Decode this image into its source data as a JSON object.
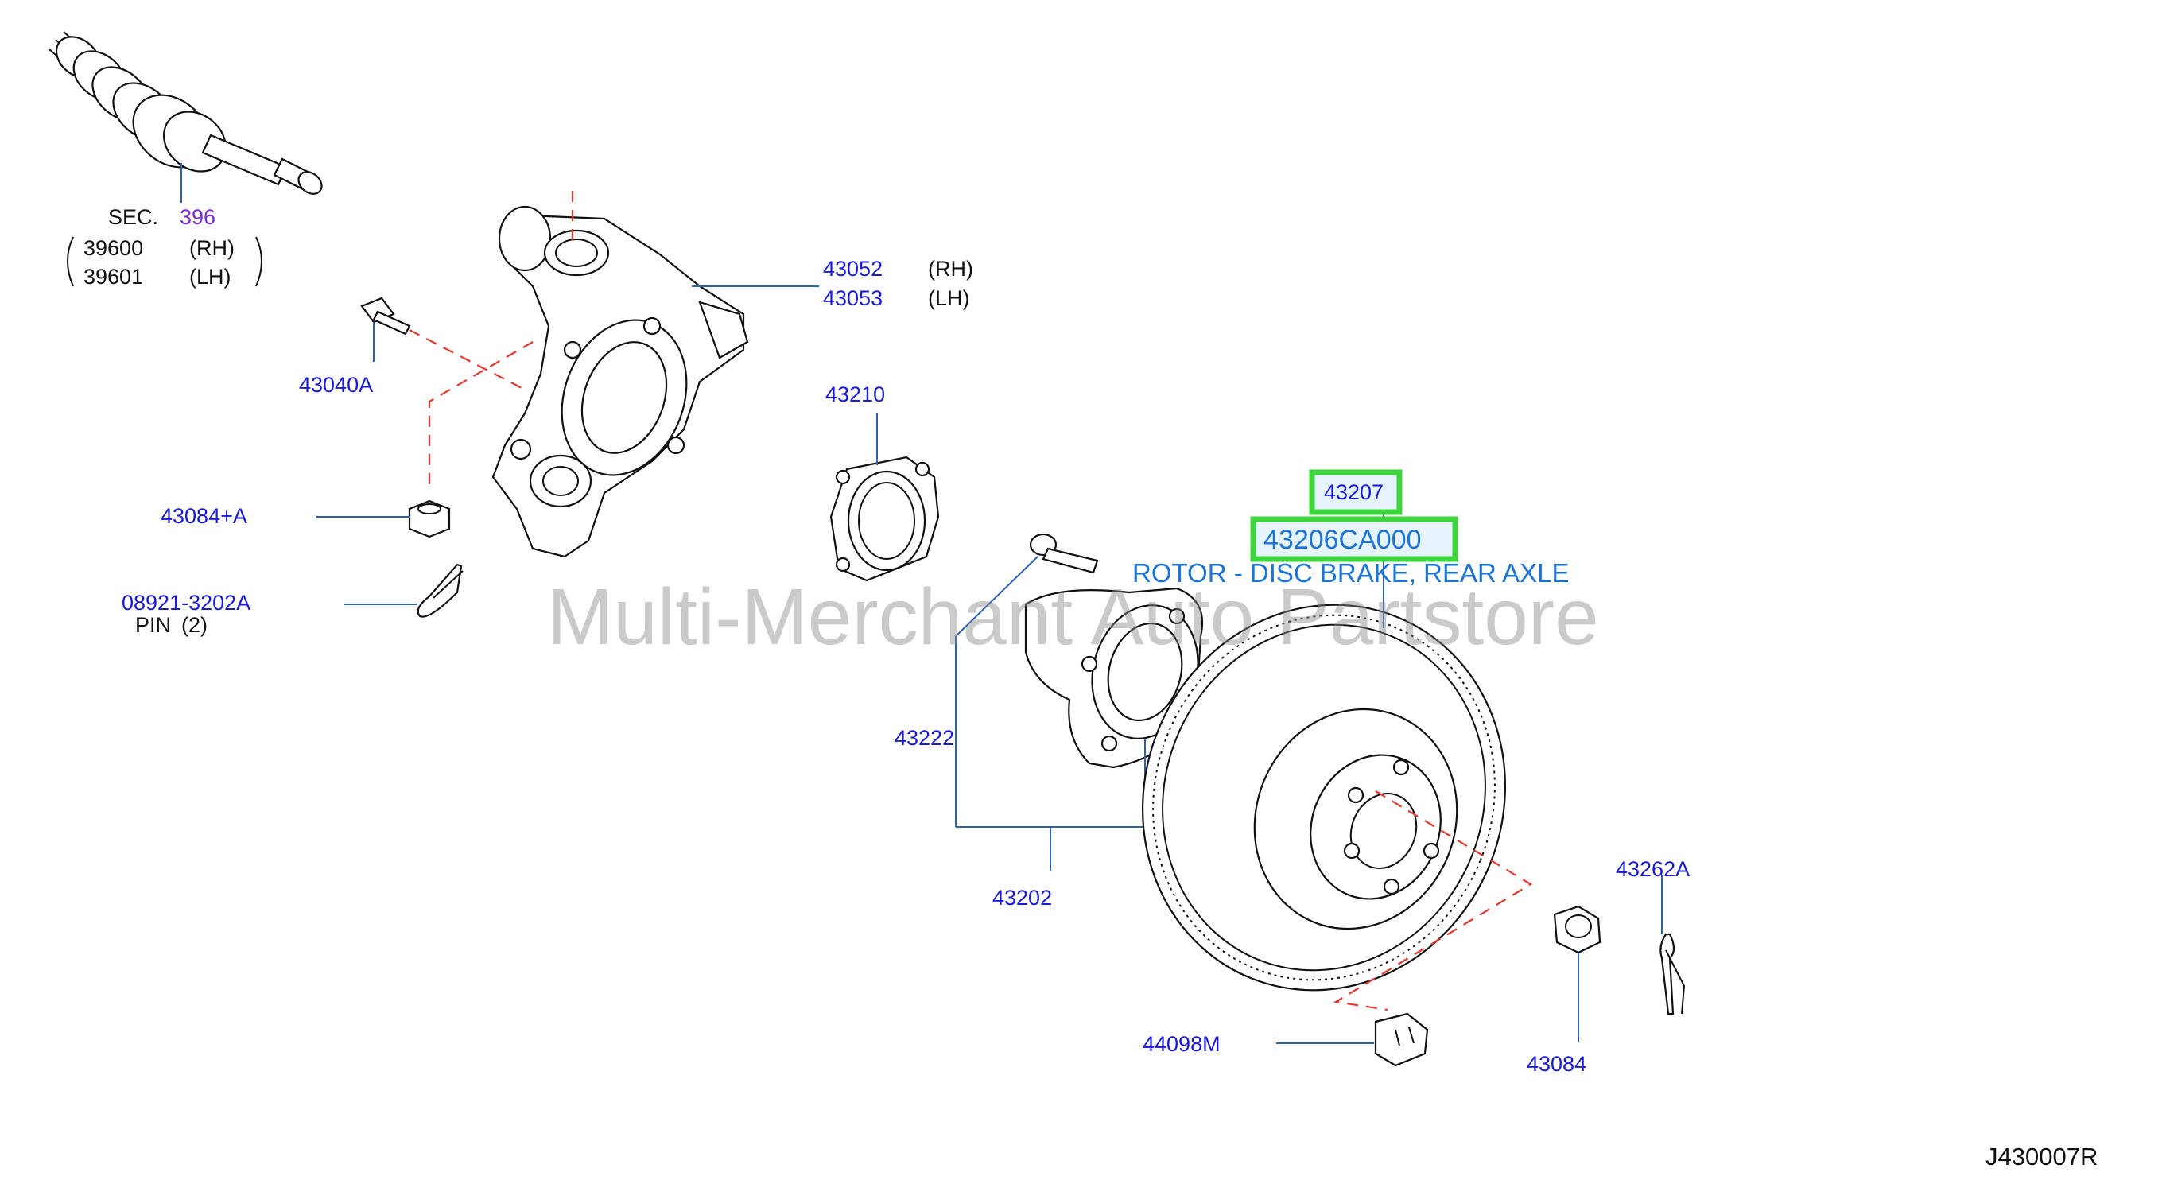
{
  "diagram": {
    "drawing_code": "J430007R",
    "watermark": "Multi-Merchant Auto Partstore",
    "section_ref": {
      "prefix": "SEC.",
      "number": "396",
      "rows": [
        {
          "part": "39600",
          "side": "(RH)"
        },
        {
          "part": "39601",
          "side": "(LH)"
        }
      ]
    },
    "knuckle": {
      "part_rh": "43052",
      "side_rh": "(RH)",
      "part_lh": "43053",
      "side_lh": "(LH)"
    },
    "parts": {
      "bolt_43040A": "43040A",
      "nut_43084A": "43084+A",
      "pin_code": "08921-3202A",
      "pin_label": "PIN",
      "pin_qty": "(2)",
      "bearing_43210": "43210",
      "hub_bolt_43222": "43222",
      "hub_43202": "43202",
      "rotor_43207": "43207",
      "rotor_pn": "43206CA000",
      "rotor_desc": "ROTOR - DISC BRAKE, REAR AXLE",
      "nut_43084": "43084",
      "pin_43262A": "43262A",
      "plug_44098M": "44098M"
    },
    "colors": {
      "callout_text": "#1a1adb",
      "section_number": "#7a2fd6",
      "highlight_text": "#1b73d6",
      "highlight_border": "#3ed43e",
      "leader_line": "#2b5fb8",
      "dashed_guide": "#e8362f"
    }
  }
}
